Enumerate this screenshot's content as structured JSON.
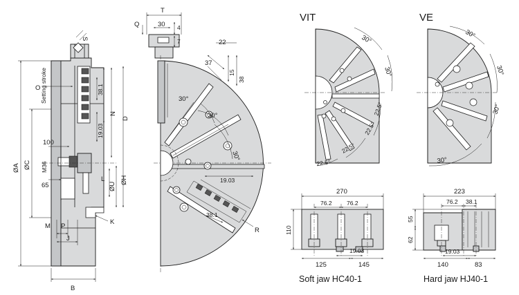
{
  "titles": {
    "vit": "VIT",
    "ve": "VE"
  },
  "captions": {
    "soft_jaw": "Soft jaw HC40-1",
    "hard_jaw": "Hard jaw HJ40-1"
  },
  "side_view": {
    "o": "O",
    "setting_stroke": "Setting stroke",
    "dim_38_1": "38.1",
    "n": "N",
    "d": "D",
    "dim_19_03": "19.03",
    "dim_100": "100",
    "phi_a": "ØA",
    "phi_c": "ØC",
    "m36": "M36",
    "phi_u": "ØU",
    "phi_h": "ØH",
    "l": "L",
    "dim_65": "65",
    "m": "M",
    "p": "P",
    "j": "J",
    "k": "K",
    "b": "B",
    "s": "S"
  },
  "top_jaw": {
    "t": "T",
    "q": "Q",
    "dim_30": "30",
    "dim_4": "4",
    "dim_7": "7"
  },
  "front_view": {
    "dim_22": "22",
    "dim_37": "37",
    "dim_15": "15",
    "dim_38": "38",
    "angle_30_a": "30°",
    "angle_30_b": "30°",
    "angle_30_c": "30°",
    "dim_19_03": "19.03",
    "dim_38_1": "38.1",
    "r": "R"
  },
  "vit": {
    "angle_30_top": "30°",
    "angle_30_right": "30°",
    "angle_22_5_a": "22.5°",
    "angle_22_5_b": "22.5°",
    "angle_22_5_c": "22.5°",
    "angle_22_5_d": "22.5°"
  },
  "ve": {
    "angle_30_top": "30°",
    "angle_30_right": "30°",
    "angle_30_low": "30°",
    "angle_30_bottom": "30°"
  },
  "soft_jaw": {
    "width_270": "270",
    "dim_76_2_a": "76.2",
    "dim_76_2_b": "76.2",
    "height_110": "110",
    "dim_19_03": "19.03",
    "dim_125": "125",
    "dim_145": "145"
  },
  "hard_jaw": {
    "width_223": "223",
    "dim_76_2": "76.2",
    "dim_38_1": "38.1",
    "dim_55": "55",
    "dim_62": "62",
    "dim_19_03": "19.03",
    "dim_140": "140",
    "dim_83": "83"
  }
}
